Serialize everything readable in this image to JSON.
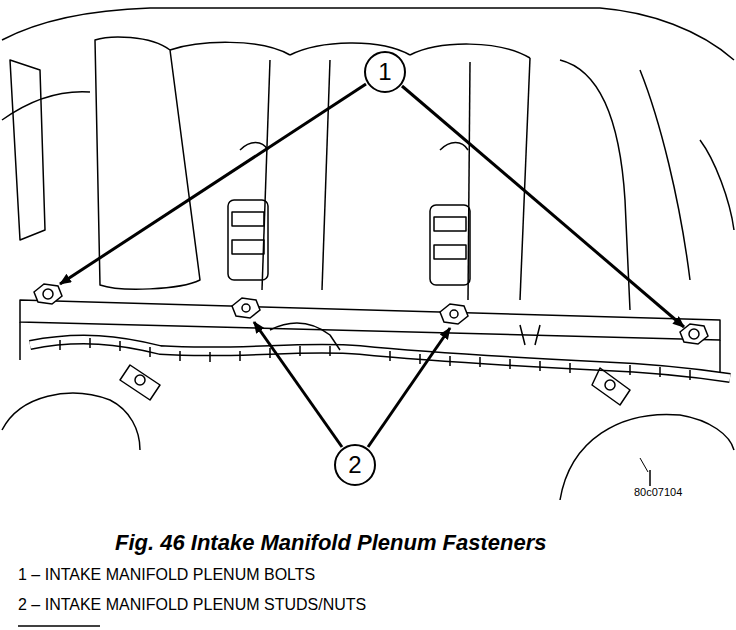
{
  "diagram": {
    "caption": "Fig. 46 Intake Manifold Plenum Fasteners",
    "nodes": [
      {
        "text": [
          "1"
        ]
      },
      {
        "text": [
          "2"
        ]
      }
    ],
    "edges": [],
    "labels": [
      "80c07104",
      "1 – INTAKE MANIFOLD PLENUM BOLTS",
      "2 – INTAKE MANIFOLD PLENUM STUDS/NUTS"
    ]
  }
}
